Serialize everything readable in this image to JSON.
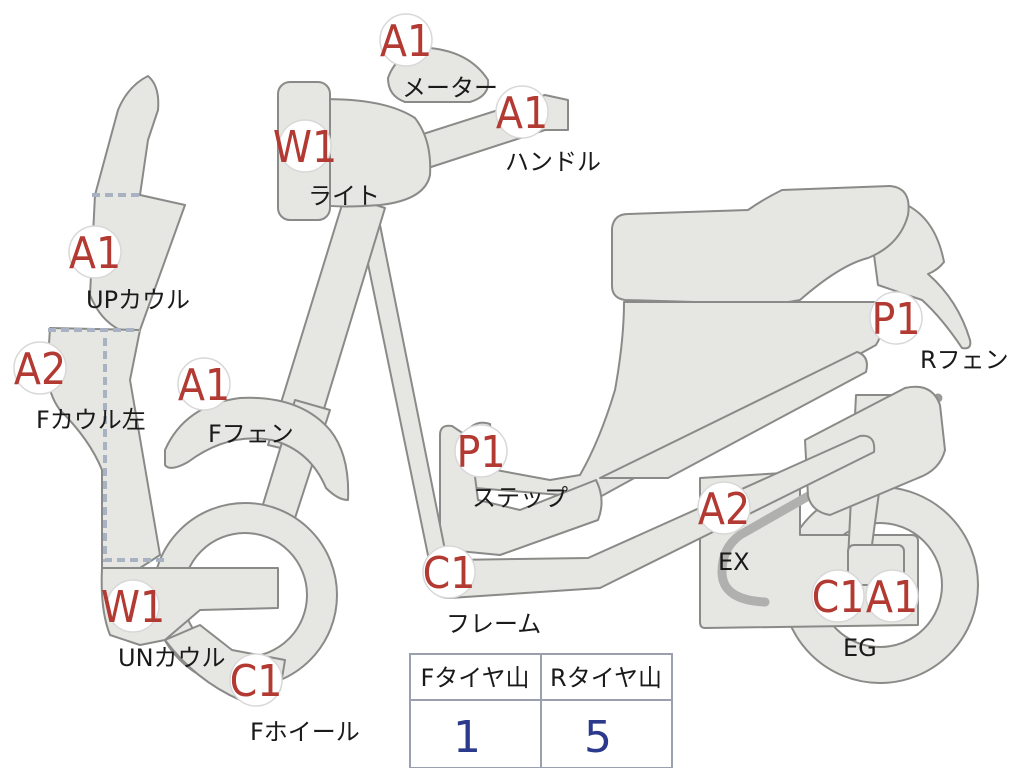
{
  "parts": [
    {
      "id": "meter",
      "grade": "A1",
      "label": "メーター"
    },
    {
      "id": "handle",
      "grade": "A1",
      "label": "ハンドル"
    },
    {
      "id": "light",
      "grade": "W1",
      "label": "ライト"
    },
    {
      "id": "up-cowl",
      "grade": "A1",
      "label": "UPカウル"
    },
    {
      "id": "f-cowl-left",
      "grade": "A2",
      "label": "Fカウル左"
    },
    {
      "id": "f-fender",
      "grade": "A1",
      "label": "Fフェン"
    },
    {
      "id": "step",
      "grade": "P1",
      "label": "ステップ"
    },
    {
      "id": "r-fender",
      "grade": "P1",
      "label": "Rフェン"
    },
    {
      "id": "ex",
      "grade": "A2",
      "label": "EX"
    },
    {
      "id": "frame",
      "grade": "C1",
      "label": "フレーム"
    },
    {
      "id": "un-cowl",
      "grade": "W1",
      "label": "UNカウル"
    },
    {
      "id": "f-wheel",
      "grade": "C1",
      "label": "Fホイール"
    },
    {
      "id": "eg",
      "grades": [
        "C1",
        "A1"
      ],
      "label": "EG"
    }
  ],
  "tire_table": {
    "headers": [
      "Fタイヤ山",
      "Rタイヤ山"
    ],
    "values": [
      "1",
      "5"
    ]
  },
  "colors": {
    "grade": "#b23a32",
    "table_value": "#2b3a8c",
    "part_fill": "#e6e6e2",
    "part_stroke": "#8a8a88"
  }
}
